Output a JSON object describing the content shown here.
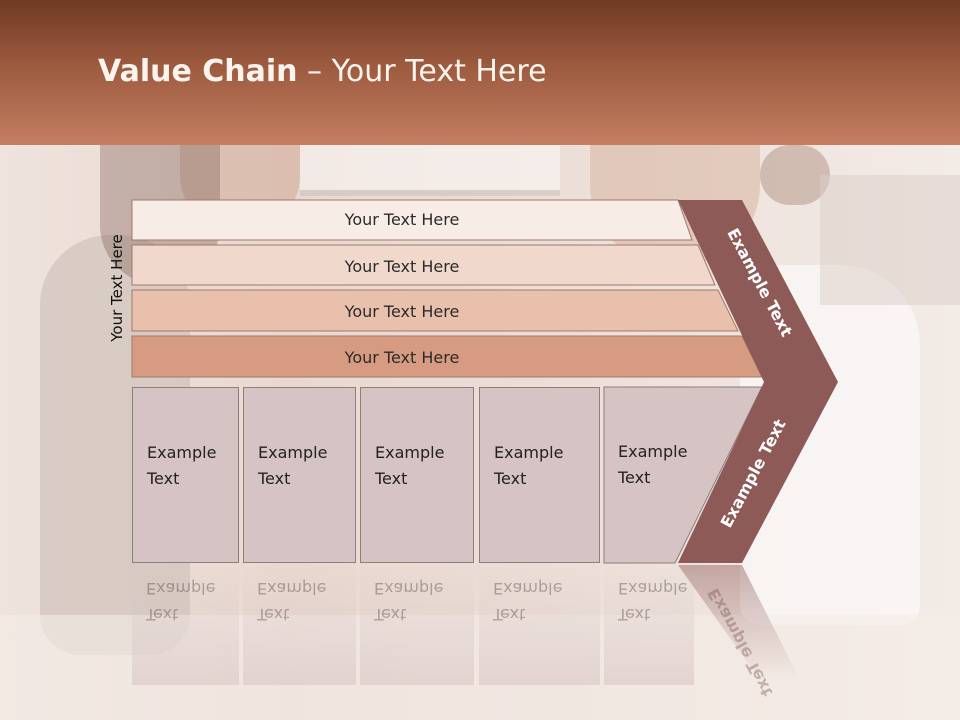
{
  "slide": {
    "title_bold": "Value Chain",
    "title_rest": " – Your Text Here",
    "side_label": "Your Text Here",
    "bars": [
      {
        "label": "Your Text Here",
        "color": "#f7ece6"
      },
      {
        "label": "Your Text Here",
        "color": "#f0d8cc"
      },
      {
        "label": "Your Text Here",
        "color": "#e9c0ac"
      },
      {
        "label": "Your Text Here",
        "color": "#d69b80"
      }
    ],
    "columns": [
      {
        "line1": "Example",
        "line2": "Text"
      },
      {
        "line1": "Example",
        "line2": "Text"
      },
      {
        "line1": "Example",
        "line2": "Text"
      },
      {
        "line1": "Example",
        "line2": "Text"
      },
      {
        "line1": "Example",
        "line2": "Text"
      }
    ],
    "chevron_top_label": "Example Text",
    "chevron_bottom_label": "Example Text",
    "chevron_color": "#8e5a58"
  }
}
